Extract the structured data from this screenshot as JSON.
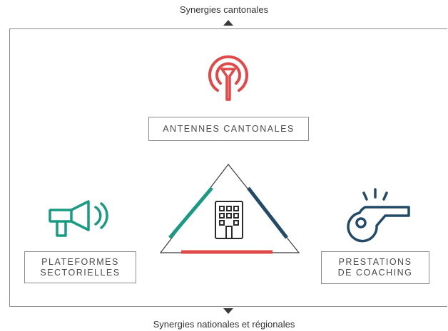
{
  "top_caption": "Synergies cantonales",
  "bottom_caption": "Synergies nationales et régionales",
  "nodes": {
    "antennes": {
      "label": "ANTENNES CANTONALES",
      "icon": "antenna-icon"
    },
    "plateformes": {
      "line1": "PLATEFORMES",
      "line2": "SECTORIELLES",
      "icon": "megaphone-icon"
    },
    "coaching": {
      "line1": "PRESTATIONS",
      "line2": "DE COACHING",
      "icon": "whistle-icon"
    }
  },
  "center_icon": "building-icon",
  "colors": {
    "red": "#e0494a",
    "teal": "#1a9a82",
    "navy": "#234a66",
    "outline": "#3a3a3a"
  }
}
